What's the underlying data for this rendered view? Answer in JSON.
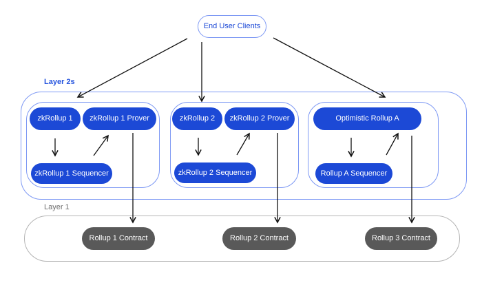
{
  "diagram": {
    "title_node": {
      "label": "End User Clients"
    },
    "layer2": {
      "label": "Layer 2s",
      "groups": [
        {
          "rollup": "zkRollup 1",
          "prover": "zkRollup 1 Prover",
          "sequencer": "zkRollup 1 Sequencer"
        },
        {
          "rollup": "zkRollup 2",
          "prover": "zkRollup 2 Prover",
          "sequencer": "zkRollup 2 Sequencer"
        },
        {
          "rollup": "Optimistic Rollup A",
          "sequencer": "Rollup A Sequencer"
        }
      ]
    },
    "layer1": {
      "label": "Layer 1",
      "contracts": [
        {
          "label": "Rollup 1 Contract"
        },
        {
          "label": "Rollup 2 Contract"
        },
        {
          "label": "Rollup 3 Contract"
        }
      ]
    },
    "colors": {
      "node_blue": "#1c49d6",
      "border_blue": "#7e99f4",
      "label_blue": "#2453de",
      "contract_gray": "#595959",
      "layer1_border": "#b4b4b4",
      "label_gray": "#6f6f6f",
      "arrow_black": "#111111",
      "background": "#ffffff"
    }
  }
}
